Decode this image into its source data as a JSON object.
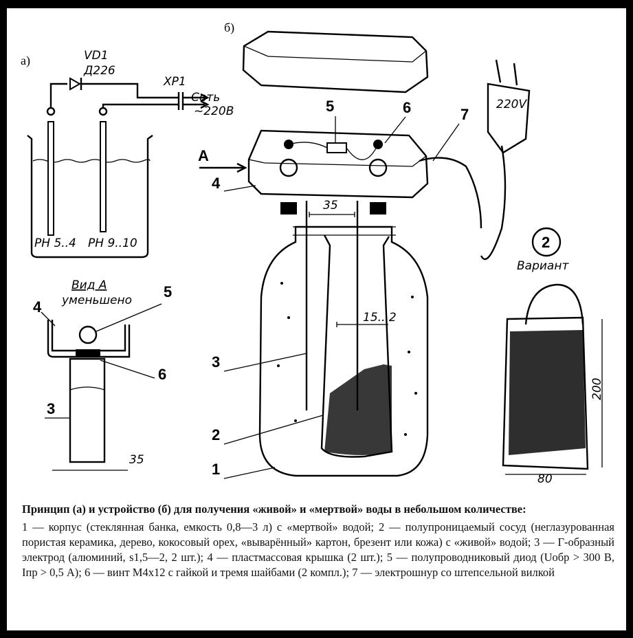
{
  "labels": {
    "part_a": "а)",
    "part_b": "б)",
    "diode": "VD1",
    "diode_type": "Д226",
    "connector": "XP1",
    "mains_line1": "Сеть",
    "mains_line2": "~220В",
    "ph_left": "PH 5..4",
    "ph_right": "PH 9..10",
    "view_title": "Вид А",
    "view_sub": "уменьшено",
    "view_arrow": "А",
    "variant_num": "2",
    "variant": "Вариант",
    "plug_mark": "220V",
    "dim_35_top": "35",
    "dim_15": "15...2",
    "dim_35_bottom": "35",
    "dim_200": "200",
    "dim_80": "80",
    "callouts": [
      "1",
      "2",
      "3",
      "4",
      "5",
      "6",
      "7"
    ],
    "view_callouts": {
      "c3": "3",
      "c4": "4",
      "c5": "5",
      "c6": "6"
    }
  },
  "caption": {
    "title": "Принцип (а) и устройство (б) для получения «живой» и «мертвой» воды в небольшом количестве:",
    "body": "1 — корпус (стеклянная банка, емкость 0,8—3 л) с «мертвой» водой; 2 — полупроницаемый сосуд (неглазурованная пористая керамика, дерево, кокосовый орех, «выварённый» картон, брезент или кожа) с «живой» водой; 3 — Г-образный электрод (алюминий, s1,5—2, 2 шт.); 4 — пластмассовая крышка (2 шт.); 5 — полупроводниковый диод (Uобр > 300 В, Iпр > 0,5 А); 6 — винт М4х12 с гайкой и тремя шайбами (2 компл.); 7 — электрошнур со штепсельной вилкой"
  }
}
